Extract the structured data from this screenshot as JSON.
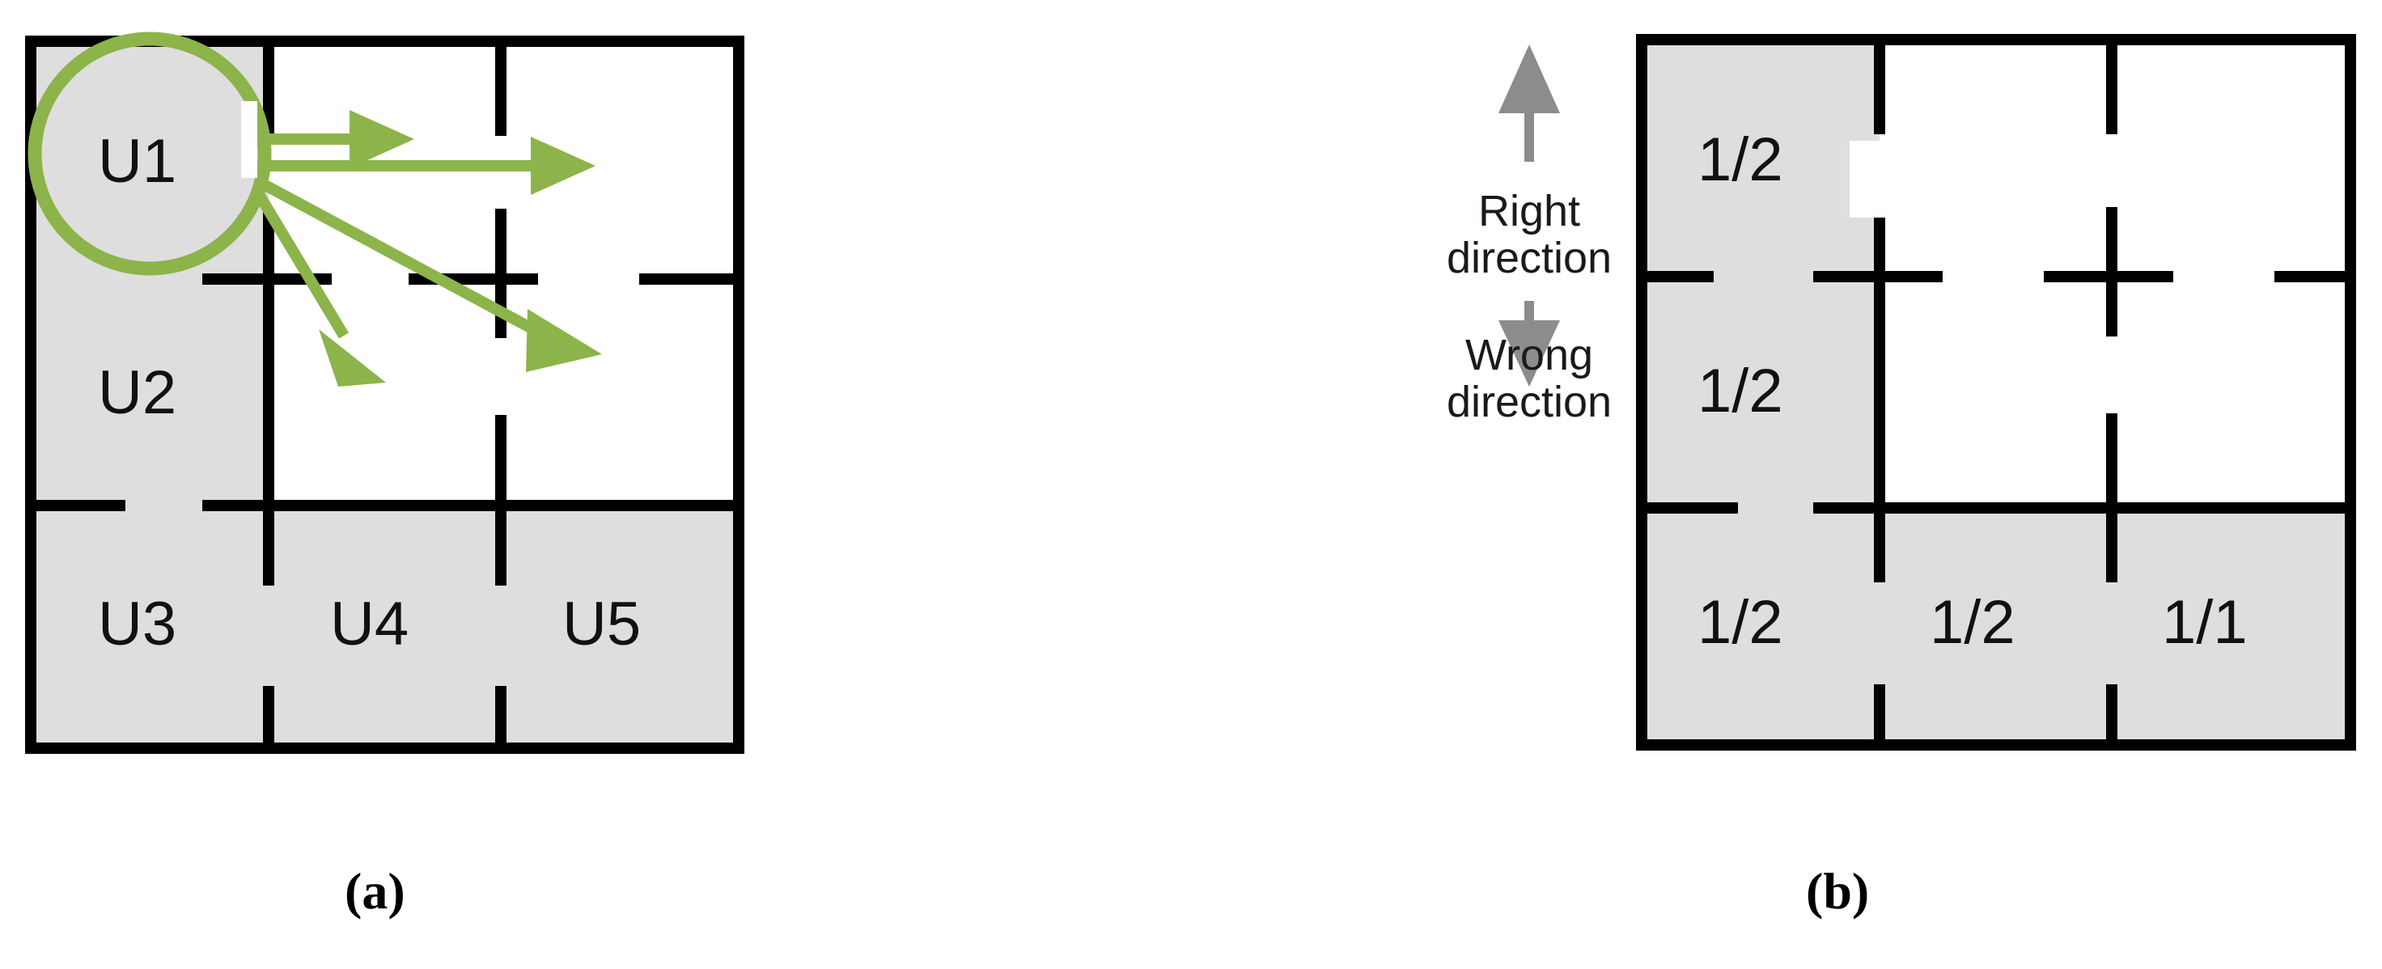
{
  "figure": {
    "panels": [
      {
        "id": "a",
        "caption": "(a)",
        "kind": "grid-with-unit-labels",
        "rows": 3,
        "cols": 3,
        "highlight": {
          "shape": "circle",
          "target": "U1",
          "color": "#8CB44A"
        },
        "cells": [
          {
            "row": 0,
            "col": 0,
            "label": "U1",
            "shaded": true
          },
          {
            "row": 0,
            "col": 1,
            "label": "",
            "shaded": false
          },
          {
            "row": 0,
            "col": 2,
            "label": "",
            "shaded": false
          },
          {
            "row": 1,
            "col": 0,
            "label": "U2",
            "shaded": true
          },
          {
            "row": 1,
            "col": 1,
            "label": "",
            "shaded": false
          },
          {
            "row": 1,
            "col": 2,
            "label": "",
            "shaded": false
          },
          {
            "row": 2,
            "col": 0,
            "label": "U3",
            "shaded": true
          },
          {
            "row": 2,
            "col": 1,
            "label": "U4",
            "shaded": true
          },
          {
            "row": 2,
            "col": 2,
            "label": "U5",
            "shaded": true
          }
        ],
        "arrows": [
          {
            "name": "arrow-short-right",
            "from": "U1",
            "to": "row0-col1"
          },
          {
            "name": "arrow-long-right",
            "from": "U1",
            "to": "row0-col2"
          },
          {
            "name": "arrow-diagonal-near",
            "from": "U1",
            "to": "row1-col1"
          },
          {
            "name": "arrow-diagonal-far",
            "from": "U1",
            "to": "row1-col2"
          }
        ]
      },
      {
        "id": "b",
        "caption": "(b)",
        "kind": "grid-with-ratio-labels",
        "rows": 3,
        "cols": 3,
        "cells": [
          {
            "row": 0,
            "col": 0,
            "label": "1/2",
            "shaded": true
          },
          {
            "row": 0,
            "col": 1,
            "label": "",
            "shaded": false
          },
          {
            "row": 0,
            "col": 2,
            "label": "",
            "shaded": false
          },
          {
            "row": 1,
            "col": 0,
            "label": "1/2",
            "shaded": true
          },
          {
            "row": 1,
            "col": 1,
            "label": "",
            "shaded": false
          },
          {
            "row": 1,
            "col": 2,
            "label": "",
            "shaded": false
          },
          {
            "row": 2,
            "col": 0,
            "label": "1/2",
            "shaded": true
          },
          {
            "row": 2,
            "col": 1,
            "label": "1/2",
            "shaded": true
          },
          {
            "row": 2,
            "col": 2,
            "label": "1/1",
            "shaded": true
          }
        ],
        "legend": {
          "up": {
            "label": "Right\ndirection",
            "arrow": "up",
            "color": "#8C8C8C"
          },
          "down": {
            "label": "Wrong\ndirection",
            "arrow": "down",
            "color": "#8C8C8C"
          }
        }
      }
    ]
  },
  "colors": {
    "accent_green": "#8CB44A",
    "cell_shaded": "#dedede",
    "grid_black": "#000000",
    "arrow_gray": "#8C8C8C",
    "background": "#ffffff"
  }
}
